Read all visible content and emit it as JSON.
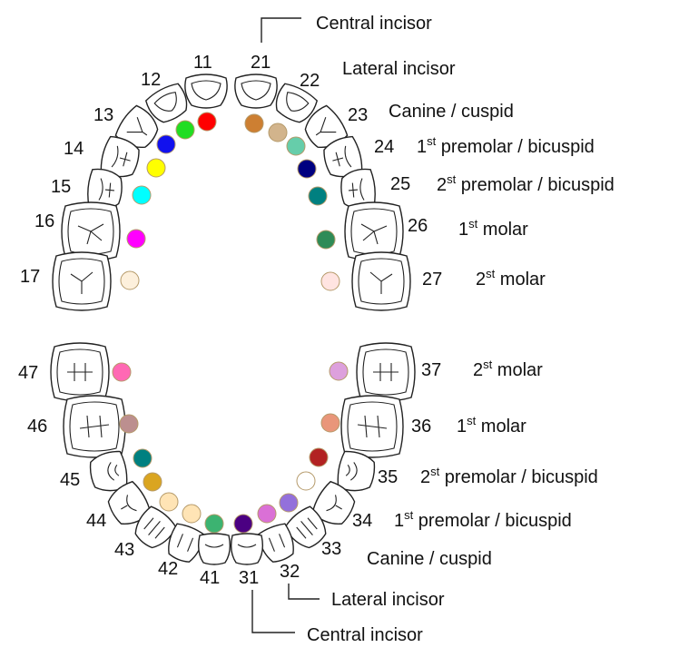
{
  "upper_teeth": [
    {
      "number": "11"
    },
    {
      "number": "12"
    },
    {
      "number": "13"
    },
    {
      "number": "14"
    },
    {
      "number": "15"
    },
    {
      "number": "16"
    },
    {
      "number": "17"
    },
    {
      "number": "21"
    },
    {
      "number": "22"
    },
    {
      "number": "23"
    },
    {
      "number": "24"
    },
    {
      "number": "25"
    },
    {
      "number": "26"
    },
    {
      "number": "27"
    }
  ],
  "lower_teeth": [
    {
      "number": "31"
    },
    {
      "number": "32"
    },
    {
      "number": "33"
    },
    {
      "number": "34"
    },
    {
      "number": "35"
    },
    {
      "number": "36"
    },
    {
      "number": "37"
    },
    {
      "number": "41"
    },
    {
      "number": "42"
    },
    {
      "number": "43"
    },
    {
      "number": "44"
    },
    {
      "number": "45"
    },
    {
      "number": "46"
    },
    {
      "number": "47"
    }
  ],
  "labels": {
    "upper_central": "Central incisor",
    "upper_lateral": "Lateral incisor",
    "upper_canine": "Canine / cuspid",
    "upper_pm1": {
      "ordinal": "1",
      "sup": "st",
      "text": " premolar / bicuspid"
    },
    "upper_pm2": {
      "ordinal": "2",
      "sup": "st",
      "text": " premolar / bicuspid"
    },
    "upper_m1": {
      "ordinal": "1",
      "sup": "st",
      "text": " molar"
    },
    "upper_m2": {
      "ordinal": "2",
      "sup": "st",
      "text": " molar"
    },
    "lower_m2": {
      "ordinal": "2",
      "sup": "st",
      "text": " molar"
    },
    "lower_m1": {
      "ordinal": "1",
      "sup": "st",
      "text": " molar"
    },
    "lower_pm2": {
      "ordinal": "2",
      "sup": "st",
      "text": " premolar / bicuspid"
    },
    "lower_pm1": {
      "ordinal": "1",
      "sup": "st",
      "text": " premolar / bicuspid"
    },
    "lower_canine": "Canine / cuspid",
    "lower_lateral": "Lateral incisor",
    "lower_central": "Central incisor"
  },
  "dot_colors": {
    "upper_left": [
      "#ff0000",
      "#22dd22",
      "#1111ee",
      "#ffff00",
      "#00ffff",
      "#ff00ff",
      "#fdf0dc"
    ],
    "upper_right": [
      "#cd7f32",
      "#d2b48c",
      "#66cdaa",
      "#000080",
      "#008080",
      "#2e8b57",
      "#ffe4e1"
    ],
    "lower_left": [
      "#ff69b4",
      "#bc8f8f",
      "#008080",
      "#daa520",
      "#ffe4b5",
      "#ffe4b5",
      "#3cb371"
    ],
    "lower_right": [
      "#dda0dd",
      "#e9967a",
      "#b22222",
      "#ffffff",
      "#9370db",
      "#da70d6",
      "#4b0082"
    ]
  }
}
